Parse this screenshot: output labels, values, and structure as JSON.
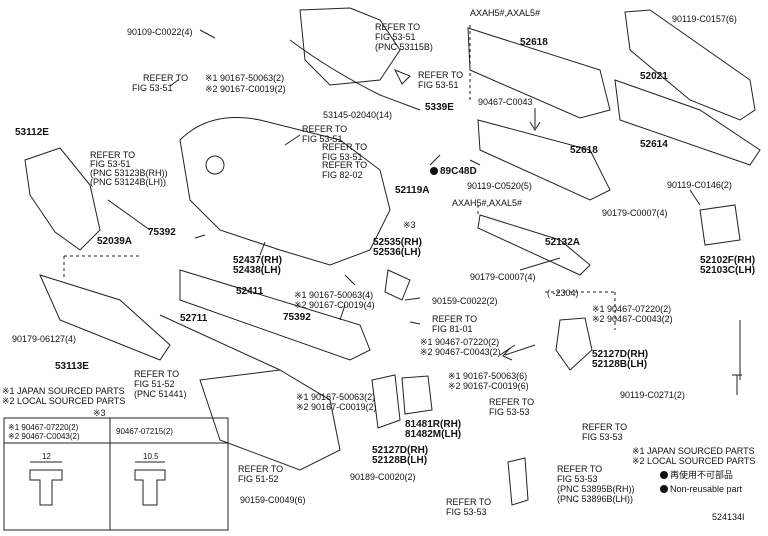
{
  "labels": {
    "p1": "90109-C0022(4)",
    "p2": "REFER TO",
    "p3": "FIG 53-51",
    "p4": "(PNC 53115B)",
    "p5": "AXAH5#,AXAL5#",
    "p6": "90119-C0157(6)",
    "p7": "52618",
    "p8": "52021",
    "p9": "REFER TO",
    "p10": "FIG 53-51",
    "p11": "※1 90167-50063(2)",
    "p12": "※2 90167-C0019(2)",
    "p13": "REFER TO",
    "p14": "FIG 53-51",
    "p15": "5339E",
    "p16": "90467-C0043",
    "p17": "53145-02040(14)",
    "p18": "53112E",
    "p19": "REFER TO",
    "p20": "FIG 53-51",
    "p21": "52618",
    "p22": "52614",
    "p23": "REFER TO",
    "p24": "FIG 53-51",
    "p25": "REFER TO",
    "p26": "FIG 53-51",
    "p27": "(PNC 53123B(RH))",
    "p28": "(PNC 53124B(LH))",
    "p29": "REFER TO",
    "p30": "FIG 82-02",
    "p31": "89C48D",
    "p32": "90119-C0520(5)",
    "p33": "90119-C0146(2)",
    "p34": "52119A",
    "p35": "AXAH5#,AXAL5#",
    "p36": "90179-C0007(4)",
    "p37": "※3",
    "p38": "52039A",
    "p39": "75392",
    "p40": "52132A",
    "p41": "52437(RH)",
    "p42": "52438(LH)",
    "p43": "52535(RH)",
    "p44": "52536(LH)",
    "p45": "52102F(RH)",
    "p46": "52103C(LH)",
    "p47": "90179-C0007(4)",
    "p48": "52411",
    "p49": "(    -2304)",
    "p50": "※1 90167-50063(4)",
    "p51": "※2 90167-C0019(4)",
    "p52": "90159-C0022(2)",
    "p53": "※1 90467-07220(2)",
    "p54": "※2 90467-C0043(2)",
    "p55": "90179-06127(4)",
    "p56": "52711",
    "p57": "75392",
    "p58": "REFER TO",
    "p59": "FIG 81-01",
    "p60": "53113E",
    "p61": "※1 90467-07220(2)",
    "p62": "※2 90467-C0043(2)",
    "p63": "52127D(RH)",
    "p64": "52128B(LH)",
    "p65": "REFER TO",
    "p66": "FIG 51-52",
    "p67": "(PNC 51441)",
    "p68": "※1 90167-50063(6)",
    "p69": "※2 90167-C0019(6)",
    "p70": "※1 JAPAN SOURCED PARTS",
    "p71": "※2 LOCAL SOURCED PARTS",
    "p72": "※3",
    "p73": "※1 90167-50063(2)",
    "p74": "※2 90167-C0019(2)",
    "p75": "90119-C0271(2)",
    "p76": "81481R(RH)",
    "p77": "81482M(LH)",
    "p78": "※1 90467-07220(2)",
    "p79": "※2 90467-C0043(2)",
    "p80": "90467-07215(2)",
    "p81": "REFER TO",
    "p82": "FIG 53-53",
    "p83": "REFER TO",
    "p84": "FIG 53-53",
    "p85": "12",
    "p86": "10.5",
    "p87": "52127D(RH)",
    "p88": "52128B(LH)",
    "p89": "※1 JAPAN SOURCED PARTS",
    "p90": "※2 LOCAL SOURCED PARTS",
    "p91": "再使用不可部品",
    "p92": "Non-reusable part",
    "p93": "REFER TO",
    "p94": "FIG 51-52",
    "p95": "90189-C0020(2)",
    "p96": "REFER TO",
    "p97": "FIG 53-53",
    "p98": "(PNC 53895B(RH))",
    "p99": "(PNC 53896B(LH))",
    "p100": "90159-C0049(6)",
    "p101": "REFER TO",
    "p102": "FIG 53-53",
    "p103": "524134I"
  }
}
